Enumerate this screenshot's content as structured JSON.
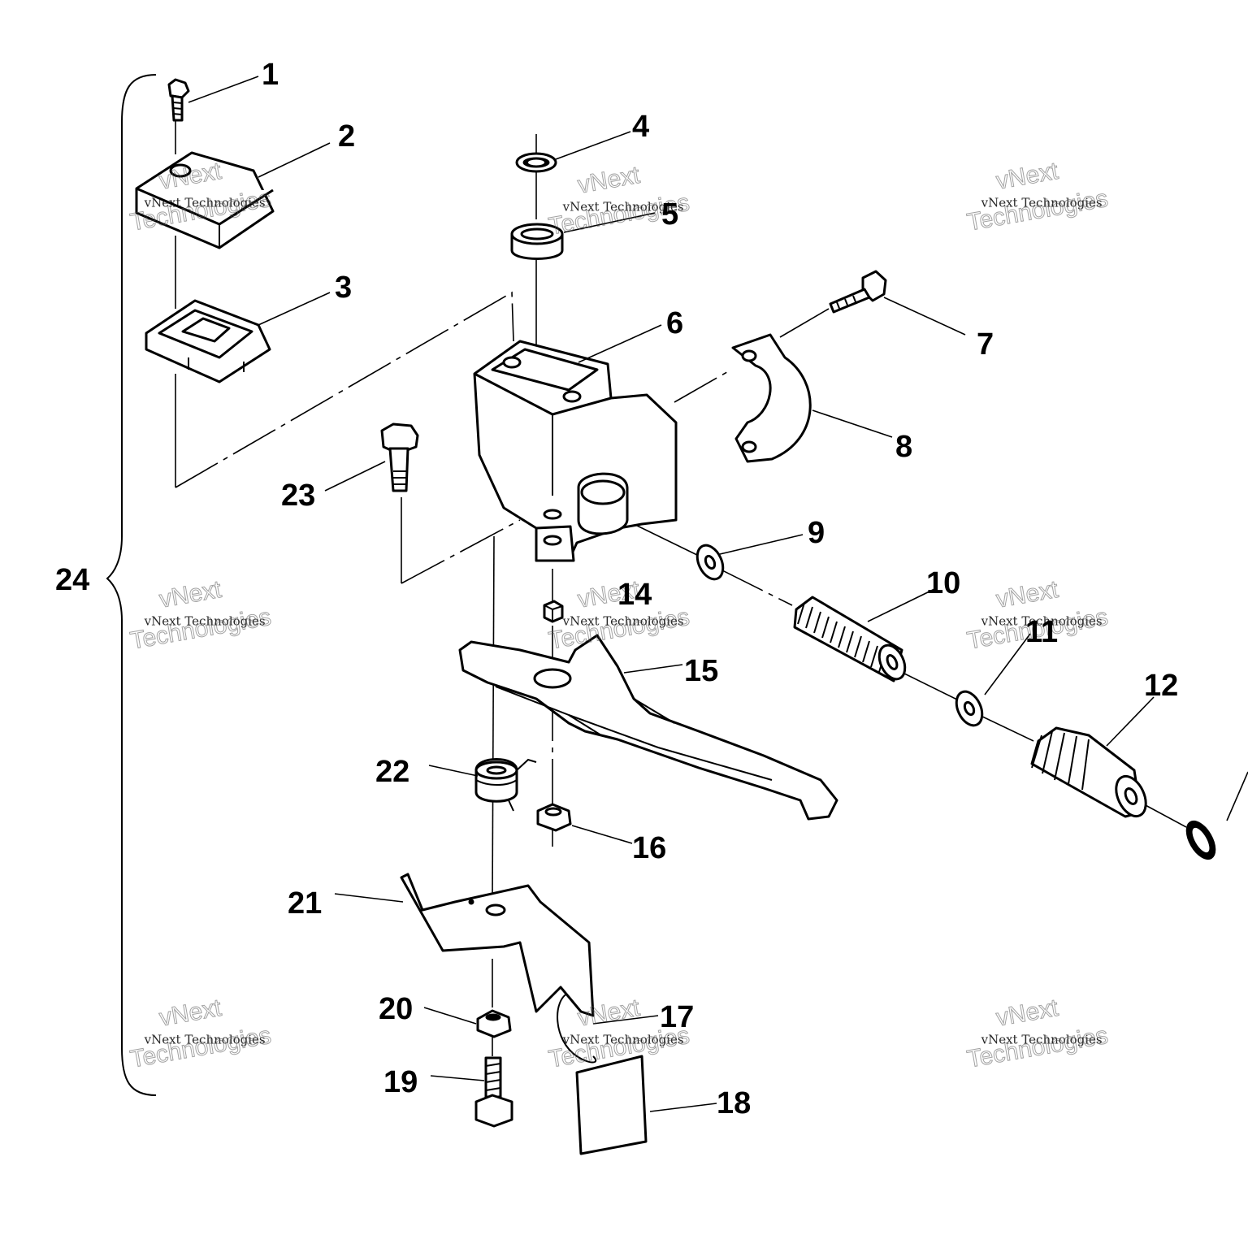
{
  "callouts": [
    {
      "id": "1",
      "label": "1"
    },
    {
      "id": "2",
      "label": "2"
    },
    {
      "id": "3",
      "label": "3"
    },
    {
      "id": "4",
      "label": "4"
    },
    {
      "id": "5",
      "label": "5"
    },
    {
      "id": "6",
      "label": "6"
    },
    {
      "id": "7",
      "label": "7"
    },
    {
      "id": "8",
      "label": "8"
    },
    {
      "id": "9",
      "label": "9"
    },
    {
      "id": "10",
      "label": "10"
    },
    {
      "id": "11",
      "label": "11"
    },
    {
      "id": "12",
      "label": "12"
    },
    {
      "id": "14",
      "label": "14"
    },
    {
      "id": "15",
      "label": "15"
    },
    {
      "id": "16",
      "label": "16"
    },
    {
      "id": "17",
      "label": "17"
    },
    {
      "id": "18",
      "label": "18"
    },
    {
      "id": "19",
      "label": "19"
    },
    {
      "id": "20",
      "label": "20"
    },
    {
      "id": "21",
      "label": "21"
    },
    {
      "id": "22",
      "label": "22"
    },
    {
      "id": "23",
      "label": "23"
    },
    {
      "id": "24",
      "label": "24"
    }
  ],
  "watermark": {
    "line1": "vNext Technologies",
    "line2": "vNext",
    "line3": "Technologies"
  }
}
